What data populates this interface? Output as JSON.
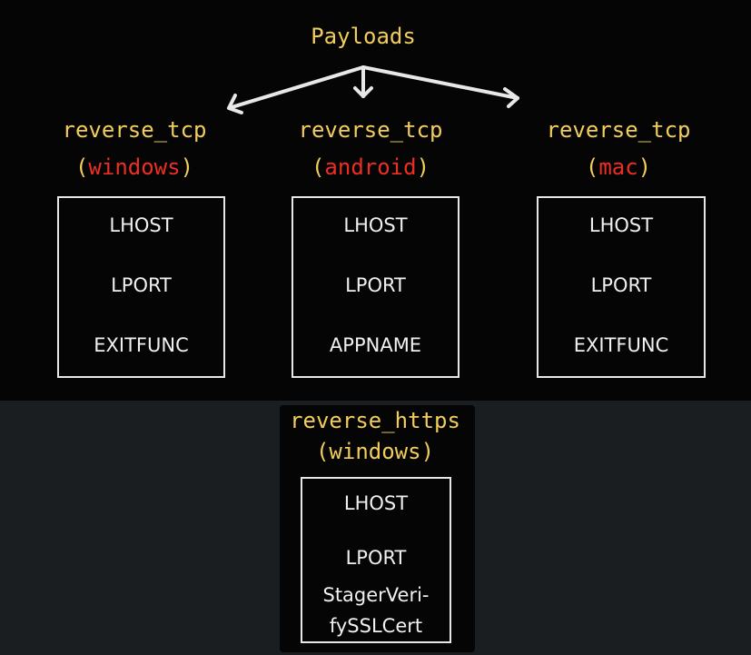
{
  "title": "Payloads",
  "payloads": [
    {
      "name": "reverse_tcp",
      "platform": "windows",
      "params": [
        "LHOST",
        "LPORT",
        "EXITFUNC"
      ]
    },
    {
      "name": "reverse_tcp",
      "platform": "android",
      "params": [
        "LHOST",
        "LPORT",
        "APPNAME"
      ]
    },
    {
      "name": "reverse_tcp",
      "platform": "mac",
      "params": [
        "LHOST",
        "LPORT",
        "EXITFUNC"
      ]
    },
    {
      "name": "reverse_https",
      "platform": "windows",
      "params": [
        "LHOST",
        "LPORT",
        "StagerVeri-",
        "fySSLCert"
      ]
    }
  ],
  "colors": {
    "name": "#f2cd5c",
    "platform_highlight": "#ee2e24",
    "box_border": "#e8e8e8",
    "background": "#050505"
  }
}
